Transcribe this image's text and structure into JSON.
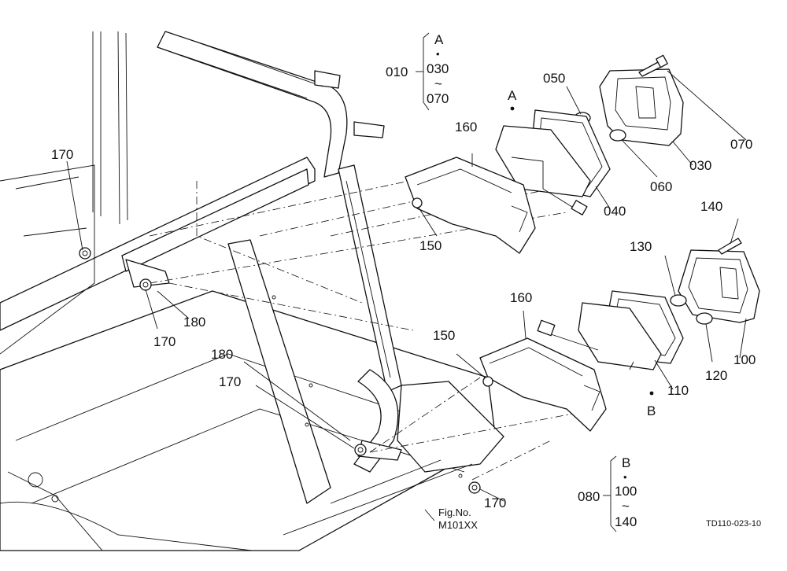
{
  "drawing": {
    "fig_no": "Fig.No.",
    "fig_id": "M101XX",
    "drawing_code": "TD110-023-10"
  },
  "group_a": {
    "ref": "010",
    "key": "A",
    "dot": "•",
    "from": "030",
    "tilde": "~",
    "to": "070"
  },
  "group_b": {
    "ref": "080",
    "key": "B",
    "dot": "•",
    "from": "100",
    "tilde": "~",
    "to": "140"
  },
  "markers": {
    "a": "A",
    "b": "B"
  },
  "callouts": [
    {
      "id": "170a",
      "label": "170"
    },
    {
      "id": "170b",
      "label": "170"
    },
    {
      "id": "170c",
      "label": "170"
    },
    {
      "id": "170d",
      "label": "170"
    },
    {
      "id": "180a",
      "label": "180"
    },
    {
      "id": "180b",
      "label": "180"
    },
    {
      "id": "160a",
      "label": "160"
    },
    {
      "id": "160b",
      "label": "160"
    },
    {
      "id": "150a",
      "label": "150"
    },
    {
      "id": "150b",
      "label": "150"
    },
    {
      "id": "050",
      "label": "050"
    },
    {
      "id": "060",
      "label": "060"
    },
    {
      "id": "040",
      "label": "040"
    },
    {
      "id": "030",
      "label": "030"
    },
    {
      "id": "070",
      "label": "070"
    },
    {
      "id": "140",
      "label": "140"
    },
    {
      "id": "130",
      "label": "130"
    },
    {
      "id": "120",
      "label": "120"
    },
    {
      "id": "110",
      "label": "110"
    },
    {
      "id": "100",
      "label": "100"
    }
  ]
}
